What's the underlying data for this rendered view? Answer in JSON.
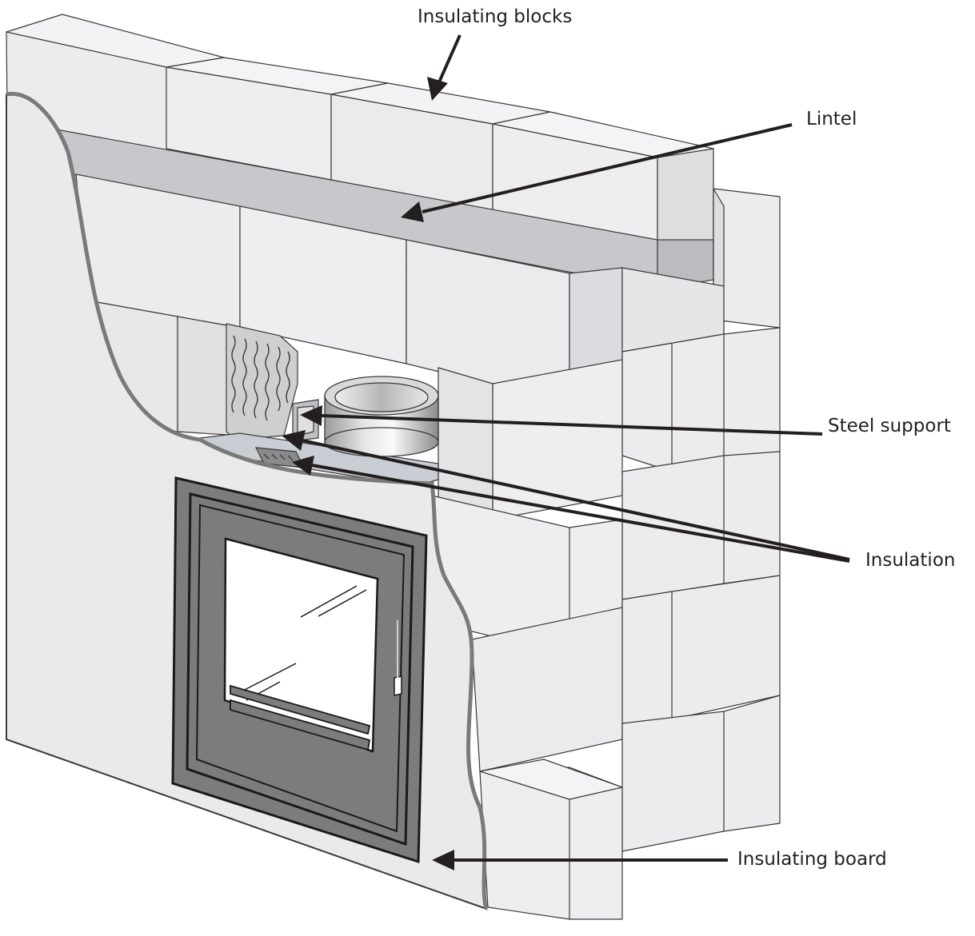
{
  "labels": {
    "insulating_blocks": "Insulating blocks",
    "lintel": "Lintel",
    "steel_support": "Steel support",
    "insulation": "Insulation",
    "insulating_board": "Insulating board"
  },
  "colors": {
    "block_face": "#ececee",
    "block_face_dark": "#e3e3e6",
    "block_outline": "#3a3a3a",
    "lintel": "#c8c8cc",
    "board": "#eaeaea",
    "stove_frame": "#7c7c7c",
    "stove_dark": "#1a1a1a",
    "glass": "#ffffff",
    "arrow": "#231f20",
    "label_text": "#231f20"
  }
}
